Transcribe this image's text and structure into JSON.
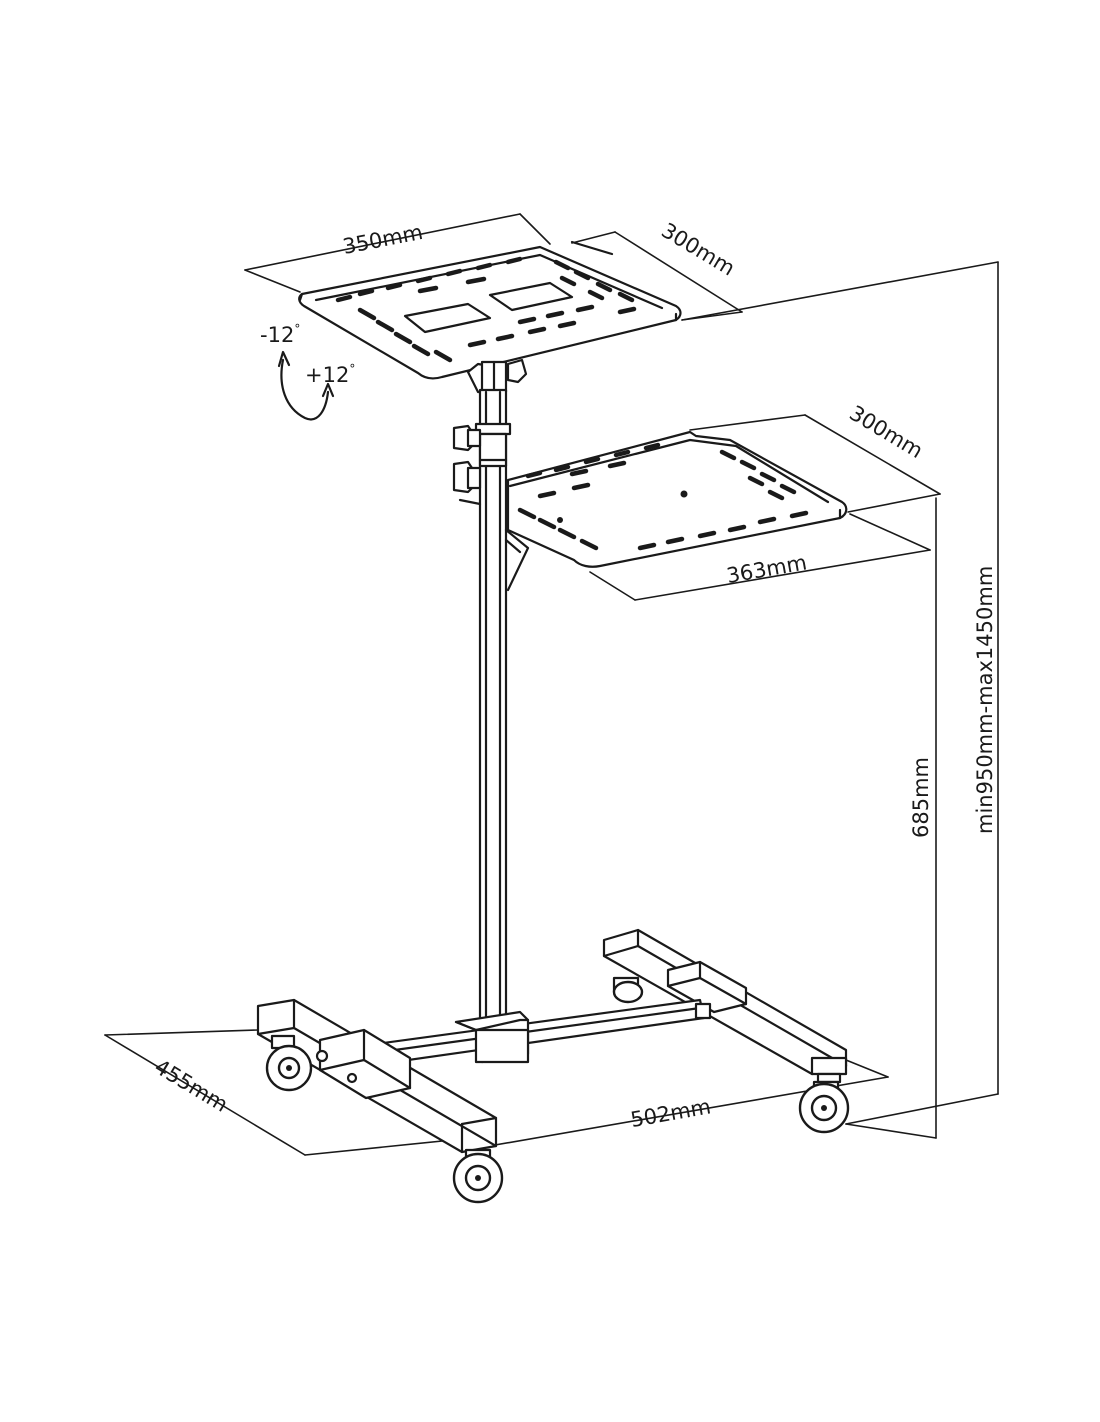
{
  "dimensions": {
    "top_tray_width": "350mm",
    "top_tray_depth": "300mm",
    "tilt_negative": "-12",
    "tilt_positive": "+12",
    "degree_symbol": "°",
    "lower_tray_depth": "300mm",
    "lower_tray_width": "363mm",
    "lower_tray_height": "685mm",
    "total_height": "min950mm-max1450mm",
    "base_depth": "455mm",
    "base_width": "502mm"
  },
  "colors": {
    "line": "#1a1a1a",
    "background": "#ffffff"
  }
}
